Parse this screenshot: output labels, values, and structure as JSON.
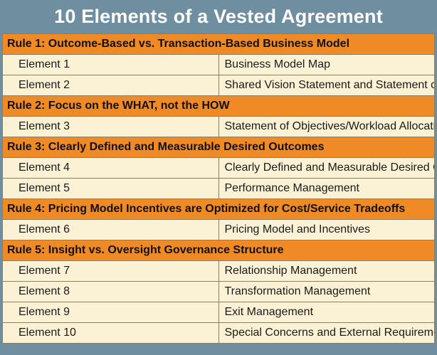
{
  "title": "10 Elements of a Vested Agreement",
  "colors": {
    "frame": "#6f8fa0",
    "rule_row": "#f08a24",
    "element_row": "#fbf2d6"
  },
  "rules": [
    {
      "label": "Rule 1: Outcome-Based vs. Transaction-Based Business Model",
      "elements": [
        {
          "element": "Element 1",
          "description": "Business Model Map"
        },
        {
          "element": "Element 2",
          "description": "Shared Vision Statement and Statement of Intent"
        }
      ]
    },
    {
      "label": "Rule 2: Focus on the WHAT, not the HOW",
      "elements": [
        {
          "element": "Element 3",
          "description": "Statement of Objectives/Workload Allocation"
        }
      ]
    },
    {
      "label": "Rule 3: Clearly Defined and Measurable Desired Outcomes",
      "elements": [
        {
          "element": "Element 4",
          "description": "Clearly Defined and Measurable Desired Outcomes"
        },
        {
          "element": "Element 5",
          "description": "Performance Management"
        }
      ]
    },
    {
      "label": "Rule 4: Pricing Model Incentives are Optimized for Cost/Service Tradeoffs",
      "elements": [
        {
          "element": "Element 6",
          "description": "Pricing Model and Incentives"
        }
      ]
    },
    {
      "label": "Rule 5: Insight vs. Oversight Governance Structure",
      "elements": [
        {
          "element": "Element 7",
          "description": "Relationship Management"
        },
        {
          "element": "Element 8",
          "description": "Transformation Management"
        },
        {
          "element": "Element 9",
          "description": "Exit Management"
        },
        {
          "element": "Element 10",
          "description": "Special Concerns and External Requirements"
        }
      ]
    }
  ]
}
